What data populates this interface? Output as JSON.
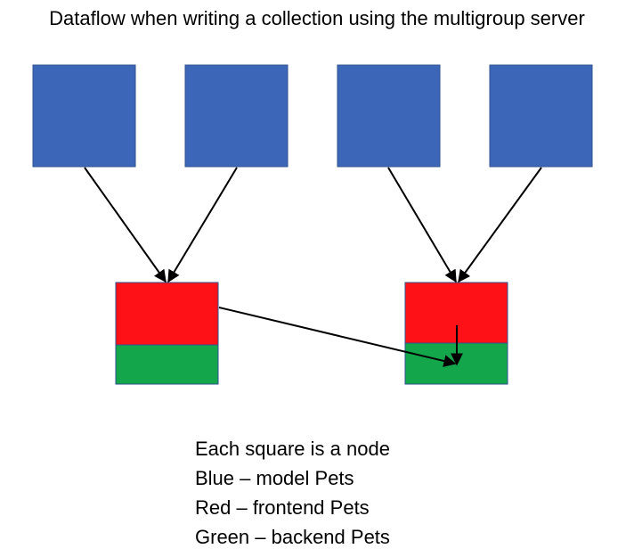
{
  "title": "Dataflow when writing a collection using the multigroup server",
  "colors": {
    "model": "#3C66B8",
    "model_border": "#2F528F",
    "frontend": "#FF1118",
    "backend": "#13A64A",
    "node_border": "#2F528F",
    "arrow": "#000000"
  },
  "nodes": {
    "model_nodes": [
      "model-1",
      "model-2",
      "model-3",
      "model-4"
    ],
    "pet_nodes": [
      "pets-node-left",
      "pets-node-right"
    ]
  },
  "legend": {
    "line1": "Each square is a node",
    "line2": "Blue – model Pets",
    "line3": "Red – frontend Pets",
    "line4": "Green – backend Pets"
  }
}
